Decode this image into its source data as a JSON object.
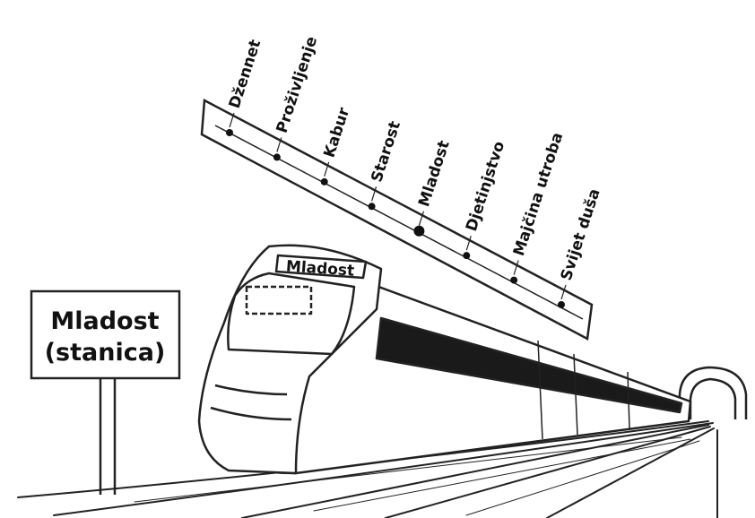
{
  "route_board": {
    "stations": [
      {
        "name": "Džennet",
        "current": false
      },
      {
        "name": "Proživljenje",
        "current": false
      },
      {
        "name": "Kabur",
        "current": false
      },
      {
        "name": "Starost",
        "current": false
      },
      {
        "name": "Mladost",
        "current": true
      },
      {
        "name": "Djetinjstvo",
        "current": false
      },
      {
        "name": "Majčina utroba",
        "current": false
      },
      {
        "name": "Svijet duša",
        "current": false
      }
    ]
  },
  "train": {
    "destination": "Mladost"
  },
  "station_sign": {
    "line1": "Mladost",
    "line2": "(stanica)"
  }
}
